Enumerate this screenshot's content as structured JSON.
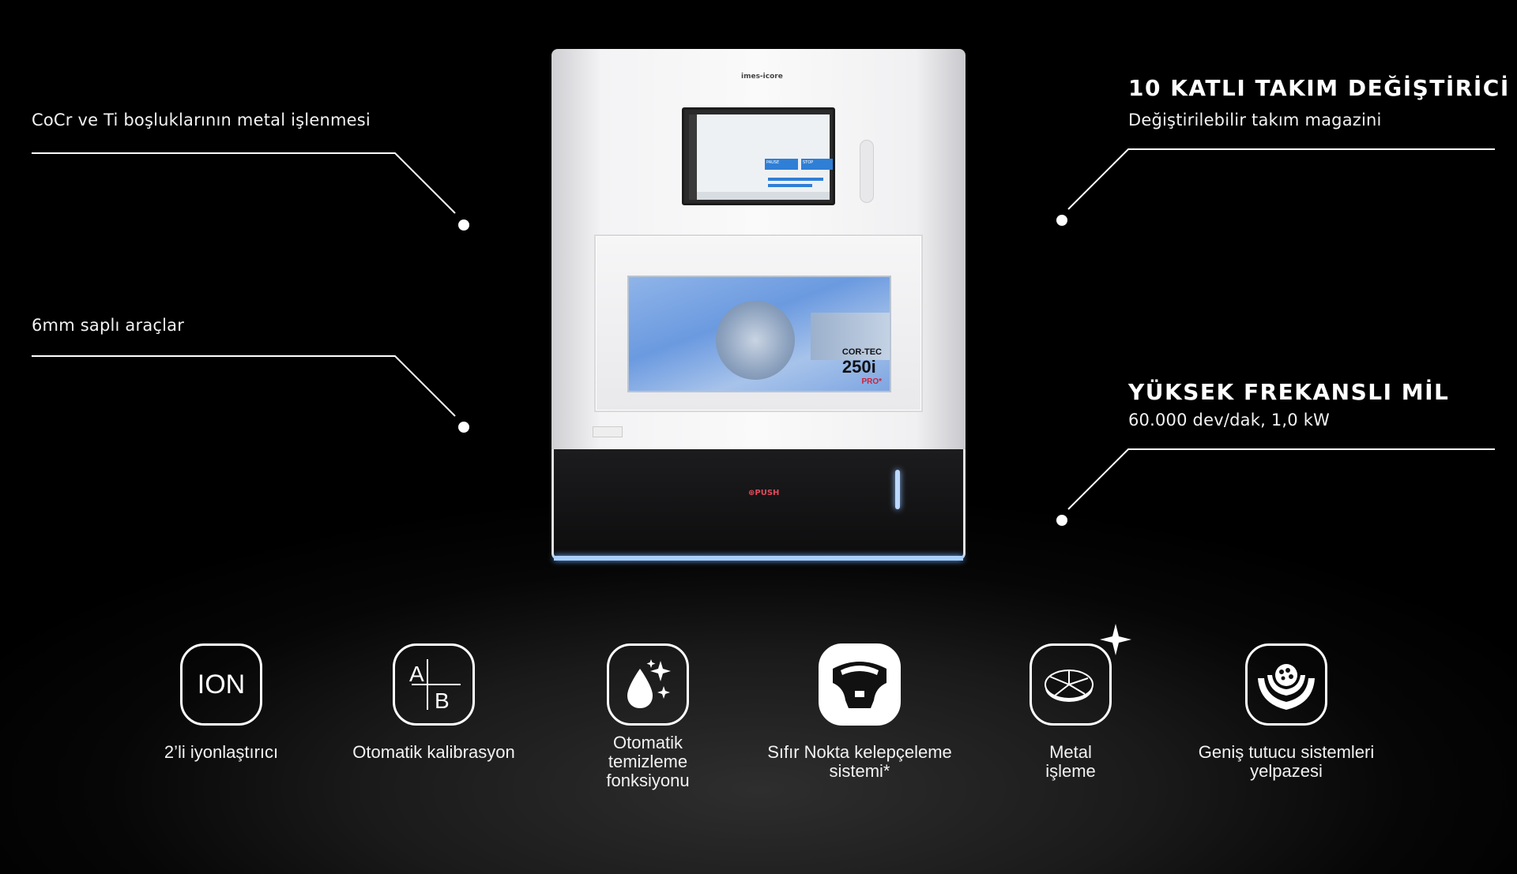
{
  "callouts": {
    "left_top": "CoCr ve Ti boşluklarının metal işlenmesi",
    "left_bottom": "6mm saplı araçlar",
    "right_top_title": "10 KATLI TAKIM DEĞİŞTİRİCİ",
    "right_top_sub": "Değiştirilebilir takım magazini",
    "right_bottom_title": "YÜKSEK FREKANSLI MİL",
    "right_bottom_sub": "60.000 dev/dak, 1,0 kW"
  },
  "machine": {
    "brand": "imes-icore",
    "screen_pause": "PAUSE",
    "screen_stop": "STOP",
    "model_line1": "COR-TEC",
    "model_line2": "250i",
    "model_line3": "PRO*",
    "push_label": "⊕PUSH"
  },
  "features": [
    {
      "icon": "ion-icon",
      "icon_text": "ION",
      "label": "2’li iyonlaştırıcı"
    },
    {
      "icon": "calibration-icon",
      "icon_text_a": "A",
      "icon_text_b": "B",
      "label": "Otomatik kalibrasyon"
    },
    {
      "icon": "cleaning-drop-icon",
      "label": "Otomatik temizleme fonksiyonu"
    },
    {
      "icon": "zero-point-clamp-icon",
      "label": "Sıfır Nokta kelepçeleme sistemi*"
    },
    {
      "icon": "metal-disc-icon",
      "label": "Metal işleme"
    },
    {
      "icon": "holder-hands-icon",
      "label": "Geniş tutucu sistemleri yelpazesi"
    }
  ]
}
